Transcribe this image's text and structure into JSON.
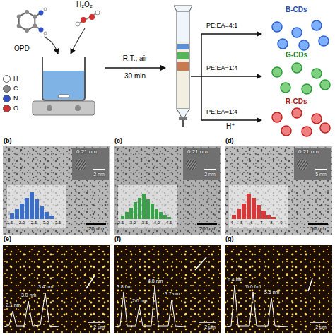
{
  "diagram": {
    "nodes": [
      {
        "text": [
          "B-CDs"
        ]
      },
      {
        "text": [
          "G-CDs"
        ]
      },
      {
        "text": [
          "R-CDs"
        ]
      }
    ],
    "labels": [
      "OPD",
      "H₂O₂",
      "R.T., air",
      "30 min",
      "PE:EA=4:1",
      "PE:EA=1:4",
      "PE:EA=1:4",
      "H⁺",
      "(b)",
      "0.21 nm",
      "2 nm",
      "20 nm",
      "1.5",
      "2.0",
      "2.5",
      "3.0",
      "3.5",
      "(c)",
      "0.21 nm",
      "2 nm",
      "20 nm",
      "2.5",
      "3.0",
      "3.5",
      "4.0",
      "4.5",
      "(d)",
      "0.21 nm",
      "5 nm",
      "50 nm",
      "4",
      "5",
      "6",
      "7",
      "8",
      "9",
      "(e)",
      "2.1 nm",
      "3.0 nm",
      "3.4 nm",
      "2 μm",
      "(f)",
      "3.8 nm",
      "2.6 nm",
      "4.8 nm",
      "3.7 nm",
      "2 μm",
      "(g)",
      "6.4 nm",
      "6.0 nm",
      "5.5 nm",
      "2 μm"
    ],
    "legend": [
      {
        "text": "H",
        "color": "#ffffff"
      },
      {
        "text": "C",
        "color": "#888888"
      },
      {
        "text": "N",
        "color": "#3050c8"
      },
      {
        "text": "O",
        "color": "#d03030"
      }
    ]
  }
}
